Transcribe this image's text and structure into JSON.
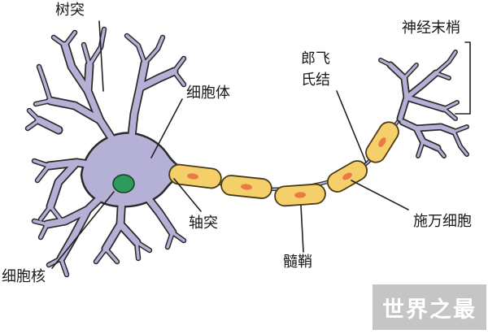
{
  "labels": {
    "dendrite": "树突",
    "cell_body": "细胞体",
    "axon": "轴突",
    "nucleus": "细胞核",
    "myelin_sheath": "髓鞘",
    "node_of_ranvier_line1": "郎飞",
    "node_of_ranvier_line2": "氏结",
    "schwann_cell": "施万细胞",
    "axon_terminal": "神经末梢"
  },
  "watermark": "世界之最",
  "colors": {
    "neuron_fill": "#b4b0d6",
    "neuron_stroke": "#2a2a2a",
    "nucleus_fill": "#2e9a5c",
    "myelin_fill": "#f5cf6a",
    "myelin_nucleus": "#ea7a43",
    "leader_line": "#222222"
  }
}
